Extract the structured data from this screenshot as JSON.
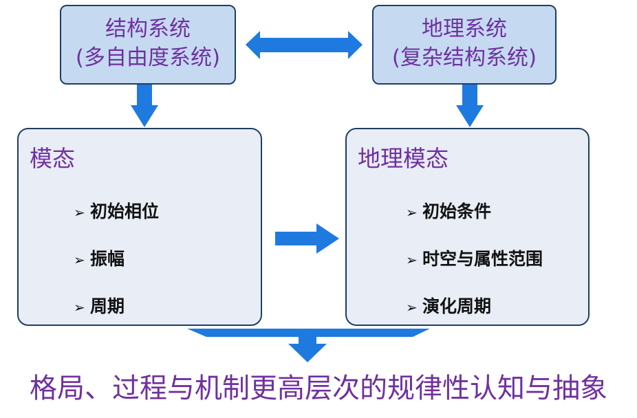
{
  "colors": {
    "arrow": "#1f7ae0",
    "purple_text": "#7030a0",
    "top_box_fill": "#c5daf1",
    "mid_box_fill": "#e8edf6",
    "box_border": "#1f3d63"
  },
  "top_left_box": {
    "line1": "结构系统",
    "line2": "(多自由度系统)"
  },
  "top_right_box": {
    "line1": "地理系统",
    "line2": "(复杂结构系统)"
  },
  "mid_left_box": {
    "title": "模态",
    "items": [
      {
        "mark": "➢",
        "label": "初始相位"
      },
      {
        "mark": "➢",
        "label": "振幅"
      },
      {
        "mark": "➢",
        "label": "周期"
      }
    ]
  },
  "mid_right_box": {
    "title": "地理模态",
    "items": [
      {
        "mark": "➢",
        "label": "初始条件"
      },
      {
        "mark": "➢",
        "label": "时空与属性范围"
      },
      {
        "mark": "➢",
        "label": "演化周期"
      }
    ]
  },
  "conclusion": "格局、过程与机制更高层次的规律性认知与抽象"
}
